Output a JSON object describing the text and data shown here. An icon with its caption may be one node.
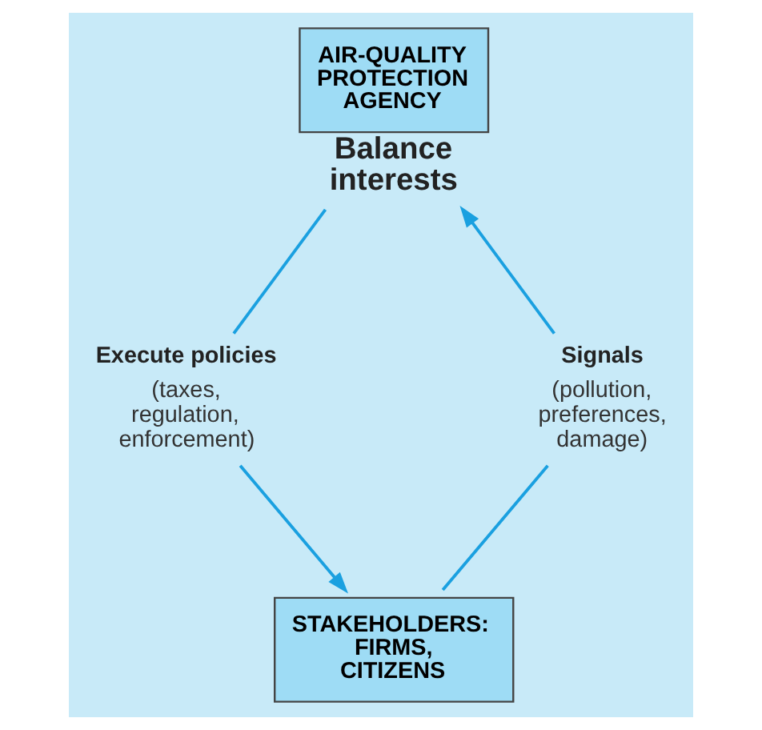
{
  "diagram": {
    "nodes": [
      {
        "text": [
          "AIR-QUALITY PROTECTION AGENCY"
        ],
        "beside": [
          "Balance interests"
        ]
      },
      {
        "text": [
          "Signals",
          "(pollution, preferences, damage)"
        ]
      },
      {
        "text": [
          "Execute policies",
          "(taxes, regulation, enforcement)"
        ]
      },
      {
        "text": [
          "STAKEHOLDERS: FIRMS, CITIZENS"
        ]
      }
    ],
    "edges": [
      {
        "from": 3,
        "to": 1,
        "arrow": "none"
      },
      {
        "from": 1,
        "to": 0,
        "arrow": "to"
      },
      {
        "from": 0,
        "to": 2,
        "arrow": "none"
      },
      {
        "from": 2,
        "to": 3,
        "arrow": "to"
      }
    ]
  }
}
